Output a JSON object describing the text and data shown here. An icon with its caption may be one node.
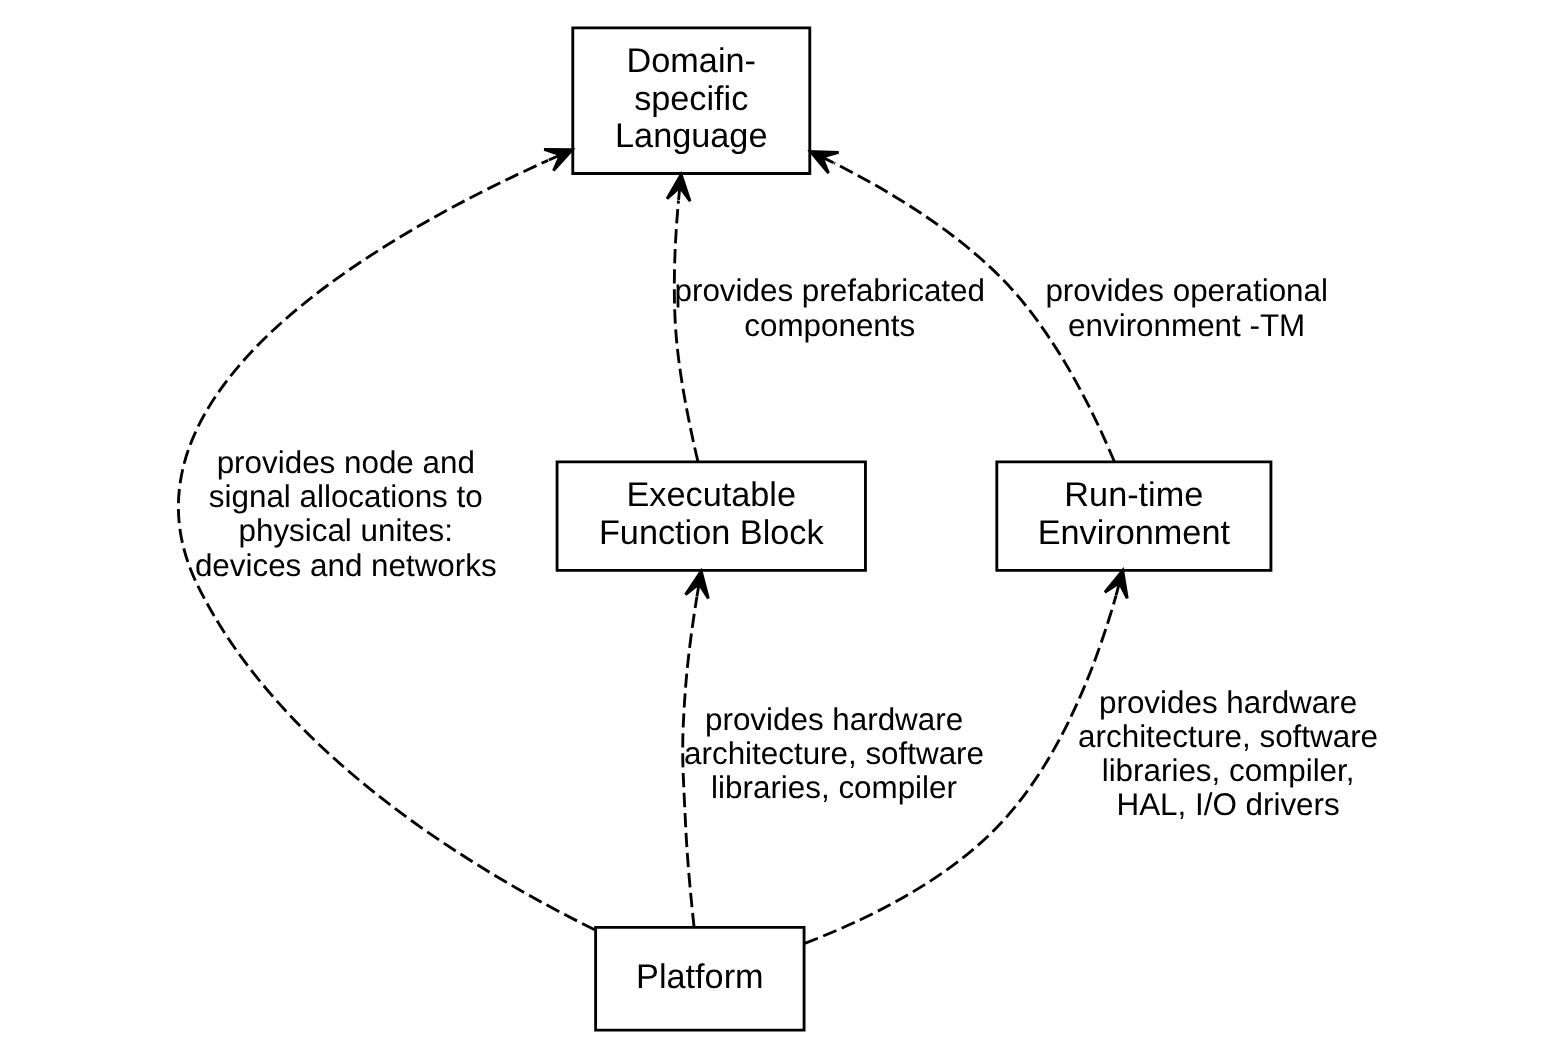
{
  "diagram": {
    "nodes": [
      {
        "text": [
          "Domain-specific Language"
        ]
      },
      {
        "text": [
          "Executable Function Block"
        ]
      },
      {
        "text": [
          "Run-time Environment"
        ]
      },
      {
        "text": [
          "Platform"
        ]
      }
    ],
    "edges": [
      {
        "from": 1,
        "to": 0,
        "arrow": "to",
        "style": "dashed",
        "label": "provides prefabricated components"
      },
      {
        "from": 2,
        "to": 0,
        "arrow": "to",
        "style": "dashed",
        "label": "provides operational environment -TM"
      },
      {
        "from": 3,
        "to": 0,
        "arrow": "to",
        "style": "dashed",
        "label": "provides node and signal allocations to physical unites: devices and networks"
      },
      {
        "from": 3,
        "to": 1,
        "arrow": "to",
        "style": "dashed",
        "label": "provides hardware architecture, software libraries, compiler"
      },
      {
        "from": 3,
        "to": 2,
        "arrow": "to",
        "style": "dashed",
        "label": "provides hardware architecture, software libraries, compiler, HAL, I/O drivers"
      }
    ]
  }
}
